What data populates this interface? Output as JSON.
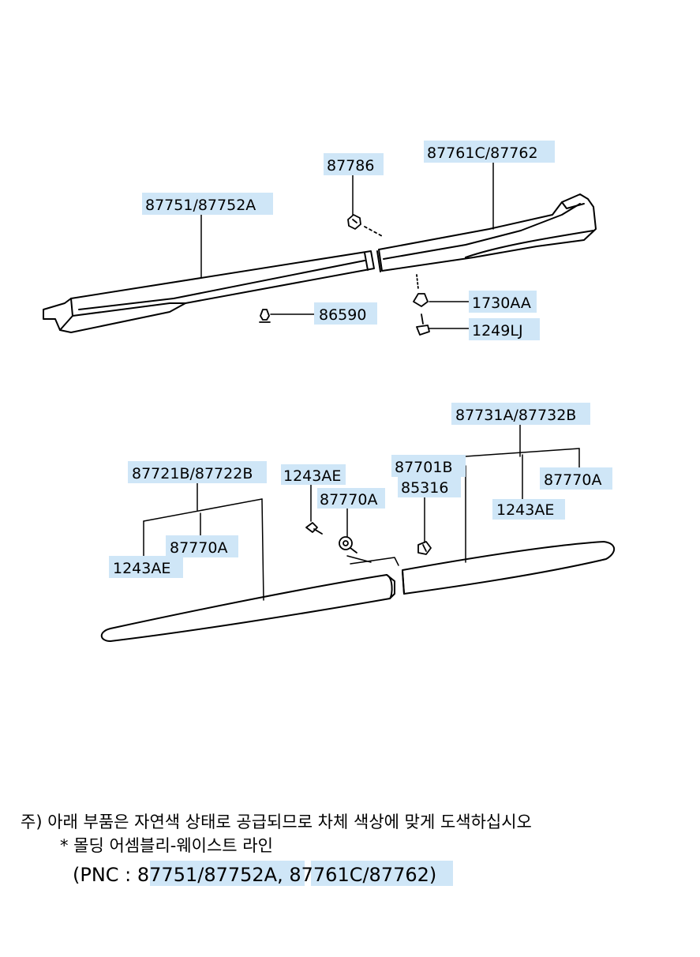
{
  "colors": {
    "label_highlight": "#cfe6f7",
    "line": "#000000",
    "background": "#ffffff"
  },
  "callouts": {
    "p87786": "87786",
    "p87761c": "87761C/87762",
    "p87751": "87751/87752A",
    "p86590": "86590",
    "p1730aa": "1730AA",
    "p1249lj": "1249LJ",
    "p87731a": "87731A/87732B",
    "p87721b": "87721B/87722B",
    "p1243ae_a": "1243AE",
    "p87770a_a": "87770A",
    "p87701b": "87701B",
    "p85316": "85316",
    "p87770a_b": "87770A",
    "p1243ae_b": "1243AE",
    "p87770a_c": "87770A",
    "p1243ae_c": "1243AE"
  },
  "note": {
    "line1": "주) 아래 부품은 자연색 상태로 공급되므로 차체 색상에 맞게 도색하십시오",
    "line2": "* 몰딩 어셈블리-웨이스트 라인",
    "pnc_open": "(PNC : ",
    "pnc_part1": "87751/87752A",
    "pnc_comma": ", ",
    "pnc_part2": "87761C/87762",
    "pnc_close": ")"
  }
}
